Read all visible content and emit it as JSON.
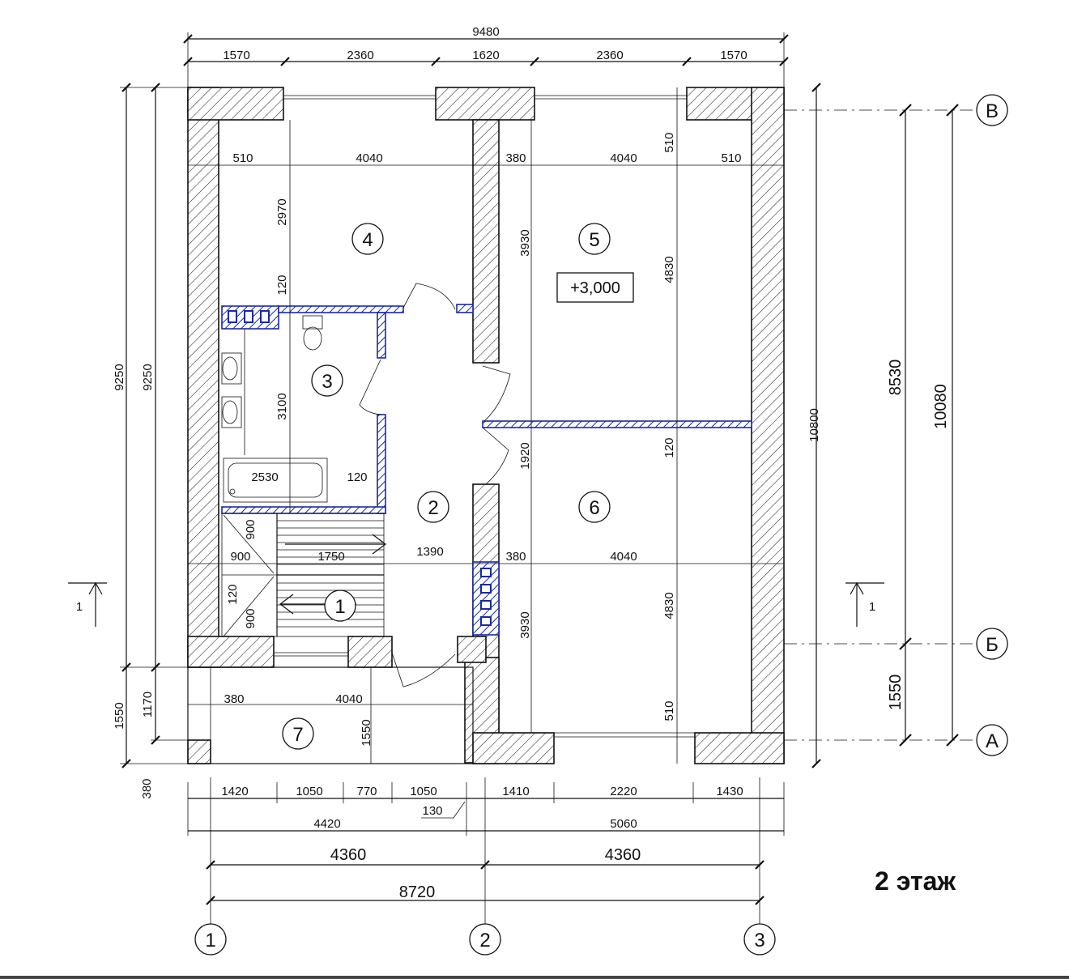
{
  "title": "2 этаж",
  "level_mark": "+3,000",
  "rooms": [
    "1",
    "2",
    "3",
    "4",
    "5",
    "6",
    "7"
  ],
  "axes": {
    "numbers": [
      "1",
      "2",
      "3"
    ],
    "letters": [
      "В",
      "Б",
      "А"
    ]
  },
  "section_mark": "1",
  "dims": {
    "top_total": "9480",
    "top_chain": [
      "1570",
      "2360",
      "1620",
      "2360",
      "1570"
    ],
    "inner_top_left": [
      "510",
      "4040"
    ],
    "inner_top_right": [
      "380",
      "4040",
      "510"
    ],
    "mid_chain": [
      "900",
      "1750",
      "1390",
      "380",
      "4040"
    ],
    "inner_bath": [
      "2530",
      "120"
    ],
    "bottom_chain1": [
      "1420",
      "1050",
      "770",
      "1050",
      "1410",
      "2220",
      "1430"
    ],
    "bottom_chain2": [
      "4420",
      "5060"
    ],
    "note_130": "130",
    "axis_spans": [
      "4360",
      "4360"
    ],
    "axis_total": "8720",
    "left_outer": [
      "9250",
      "1550",
      "380"
    ],
    "left_inner": [
      "9250",
      "1170"
    ],
    "vertical_left_room": [
      "2970",
      "120",
      "3100",
      "900",
      "120",
      "900"
    ],
    "vertical_mid": [
      "3930",
      "1920",
      "3930"
    ],
    "vertical_right": [
      "510",
      "4830",
      "120",
      "4830",
      "510"
    ],
    "right_outer": [
      "10800",
      "8530",
      "1550",
      "10080"
    ],
    "terrace": [
      "380",
      "4040",
      "1550"
    ]
  }
}
